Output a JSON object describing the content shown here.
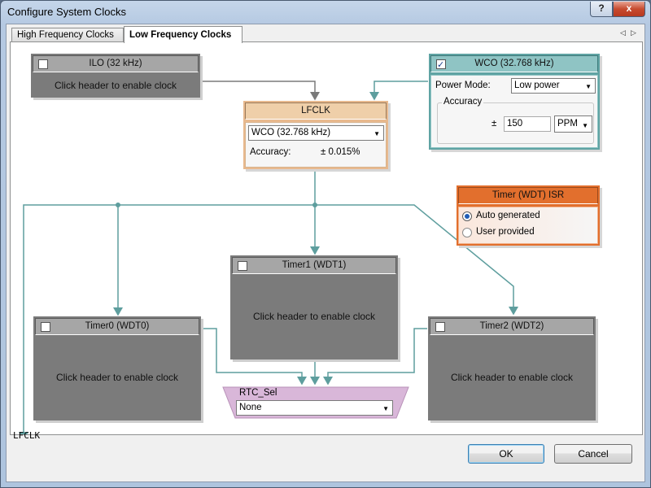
{
  "window": {
    "title": "Configure System Clocks",
    "help_label": "?",
    "close_label": "x"
  },
  "tabs": [
    {
      "label": "High Frequency Clocks"
    },
    {
      "label": "Low Frequency Clocks"
    }
  ],
  "tab_nav": {
    "prev": "◁",
    "next": "▷"
  },
  "ilo": {
    "title": "ILO (32 kHz)",
    "message": "Click header to enable clock",
    "enabled": false
  },
  "lfclk": {
    "title": "LFCLK",
    "source": "WCO (32.768 kHz)",
    "accuracy_label": "Accuracy:",
    "accuracy_value": "± 0.015%"
  },
  "wco": {
    "title": "WCO (32.768 kHz)",
    "enabled": true,
    "power_mode_label": "Power Mode:",
    "power_mode": "Low power",
    "accuracy_group": "Accuracy",
    "pm_symbol": "±",
    "accuracy_value": "150",
    "accuracy_unit": "PPM"
  },
  "wdt_isr": {
    "title": "Timer (WDT) ISR",
    "options": [
      "Auto generated",
      "User provided"
    ],
    "selected": "Auto generated"
  },
  "timer0": {
    "title": "Timer0 (WDT0)",
    "message": "Click header to enable clock",
    "enabled": false
  },
  "timer1": {
    "title": "Timer1 (WDT1)",
    "message": "Click header to enable clock",
    "enabled": false
  },
  "timer2": {
    "title": "Timer2 (WDT2)",
    "message": "Click header to enable clock",
    "enabled": false
  },
  "rtc_sel": {
    "label": "RTC_Sel",
    "value": "None"
  },
  "lfclk_out_label": "LFCLK",
  "buttons": {
    "ok": "OK",
    "cancel": "Cancel"
  },
  "colors": {
    "wire": "#5e9e9e",
    "wire_gray": "#7a7a7a",
    "lfclk_accent": "#e8b98e",
    "wco_accent": "#5fa3a3",
    "isr_accent": "#e26f2d",
    "rtc_accent": "#d9b7d9"
  }
}
